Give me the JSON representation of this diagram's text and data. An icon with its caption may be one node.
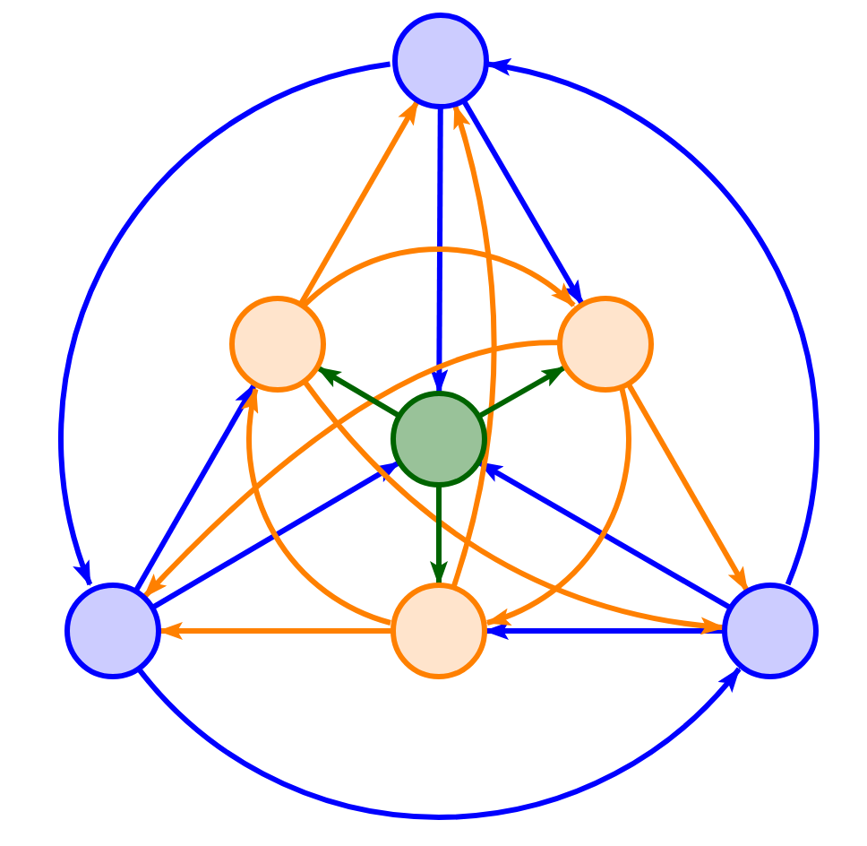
{
  "diagram": {
    "nodes": [
      {
        "text": [],
        "shape": "circle"
      },
      {
        "text": [],
        "shape": "circle"
      },
      {
        "text": [],
        "shape": "circle"
      },
      {
        "text": [],
        "shape": "circle"
      },
      {
        "text": [],
        "shape": "circle"
      },
      {
        "text": [],
        "shape": "circle"
      },
      {
        "text": [],
        "shape": "circle"
      }
    ],
    "edges": [
      {
        "from": 0,
        "to": 3,
        "arrow": "to",
        "color": "#0000ff"
      },
      {
        "from": 0,
        "to": 2,
        "arrow": "to",
        "color": "#0000ff"
      },
      {
        "from": 6,
        "to": 0,
        "arrow": "to",
        "color": "#0000ff"
      },
      {
        "from": 0,
        "to": 4,
        "arrow": "to",
        "color": "#0000ff"
      },
      {
        "from": 4,
        "to": 6,
        "arrow": "to",
        "color": "#0000ff"
      },
      {
        "from": 4,
        "to": 1,
        "arrow": "to",
        "color": "#0000ff"
      },
      {
        "from": 4,
        "to": 3,
        "arrow": "to",
        "color": "#0000ff"
      },
      {
        "from": 6,
        "to": 3,
        "arrow": "to",
        "color": "#0000ff"
      },
      {
        "from": 6,
        "to": 5,
        "arrow": "to",
        "color": "#0000ff"
      },
      {
        "from": 1,
        "to": 0,
        "arrow": "to",
        "color": "#ff8000"
      },
      {
        "from": 5,
        "to": 0,
        "arrow": "to",
        "color": "#ff8000"
      },
      {
        "from": 2,
        "to": 6,
        "arrow": "to",
        "color": "#ff8000"
      },
      {
        "from": 1,
        "to": 6,
        "arrow": "to",
        "color": "#ff8000"
      },
      {
        "from": 2,
        "to": 4,
        "arrow": "to",
        "color": "#ff8000"
      },
      {
        "from": 5,
        "to": 4,
        "arrow": "to",
        "color": "#ff8000"
      },
      {
        "from": 1,
        "to": 2,
        "arrow": "to",
        "color": "#ff8000"
      },
      {
        "from": 2,
        "to": 5,
        "arrow": "to",
        "color": "#ff8000"
      },
      {
        "from": 5,
        "to": 1,
        "arrow": "to",
        "color": "#ff8000"
      },
      {
        "from": 3,
        "to": 1,
        "arrow": "to",
        "color": "#006400"
      },
      {
        "from": 3,
        "to": 2,
        "arrow": "to",
        "color": "#006400"
      },
      {
        "from": 3,
        "to": 5,
        "arrow": "to",
        "color": "#006400"
      }
    ]
  }
}
